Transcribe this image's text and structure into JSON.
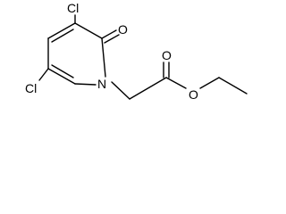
{
  "molecule": {
    "atoms": {
      "cl_top": "Cl",
      "cl_left": "Cl",
      "o_ketone": "O",
      "n_ring": "N",
      "o_carbonyl": "O",
      "o_ester": "O"
    }
  }
}
